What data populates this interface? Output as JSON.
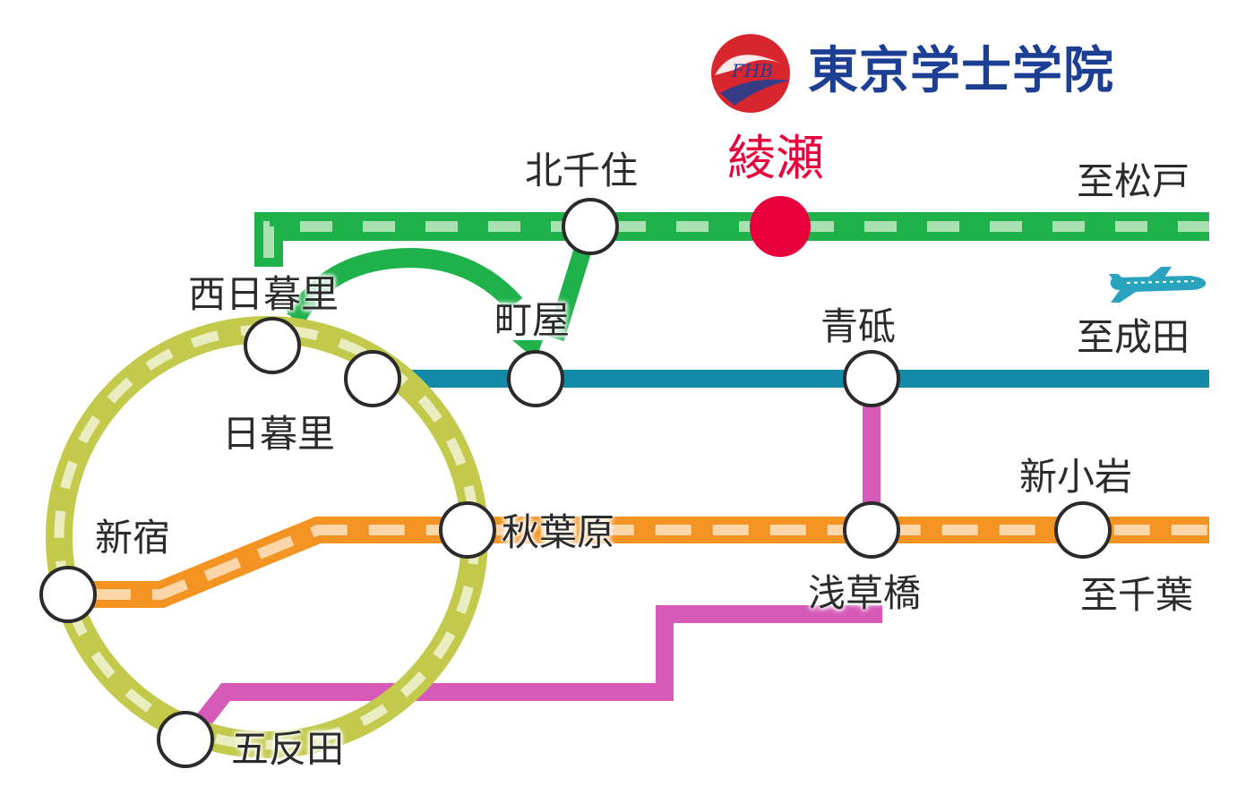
{
  "brand": {
    "name": "東京学士学院",
    "emblem_text": "FHB",
    "emblem_colors": {
      "red": "#d8262e",
      "blue": "#1c3f94"
    },
    "name_color": "#1c3f94"
  },
  "stations": {
    "kitasenju": "北千住",
    "ayase": "綾瀬",
    "nishinippori": "西日暮里",
    "machiya": "町屋",
    "aoto": "青砥",
    "nippori": "日暮里",
    "shinjuku": "新宿",
    "akihabara": "秋葉原",
    "asakusabashi": "浅草橋",
    "shinkoiwa": "新小岩",
    "gotanda": "五反田"
  },
  "destinations": {
    "matsudo": "至松戸",
    "narita": "至成田",
    "chiba": "至千葉"
  },
  "icons": {
    "airplane": "airplane-icon"
  },
  "line_colors": {
    "chiyoda_joban": "#1fb14a",
    "keisei": "#138aa8",
    "yamanote": "#c3c94a",
    "sobu": "#f39422",
    "asakusa": "#d75ab8",
    "highlight_station": "#e8003d"
  }
}
